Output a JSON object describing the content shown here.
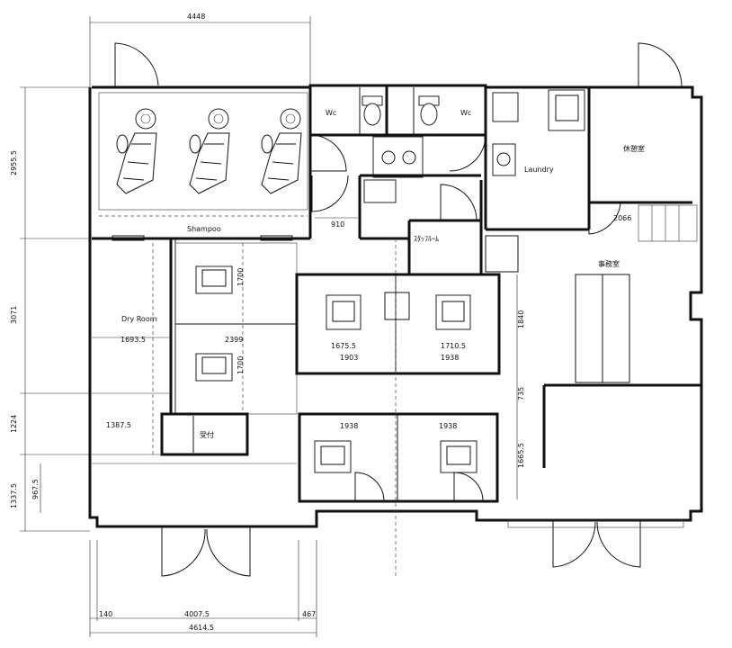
{
  "rooms": {
    "shampoo": "Shampoo",
    "dry_room": "Dry Room",
    "wc_left": "Wc",
    "wc_right": "Wc",
    "laundry": "Laundry",
    "break_room": "休憩室",
    "office": "事務室",
    "staff_room": "ｽﾀｯﾌﾙｰﾑ",
    "reception": "受付"
  },
  "dimensions": {
    "top_width": "4448",
    "bottom_total": "4614.5",
    "bottom_left": "140",
    "bottom_mid": "4007.5",
    "bottom_right": "467",
    "left_shampoo": "2955.5",
    "left_dry": "3071",
    "left_recep": "1224",
    "left_bottom": "1337.5",
    "left_bottom_inner": "967.5",
    "dry_width": "1693.5",
    "recep_width": "1387.5",
    "d910": "910",
    "d2066": "2066",
    "d1700_a": "1700",
    "d1700_b": "1700",
    "d2399": "2399",
    "d1675": "1675.5",
    "d1710": "1710.5",
    "d1903": "1903",
    "d1938_a": "1938",
    "d1938_b": "1938",
    "d1938_c": "1938",
    "d1840": "1840",
    "d735": "735",
    "d1665": "1665.5"
  }
}
